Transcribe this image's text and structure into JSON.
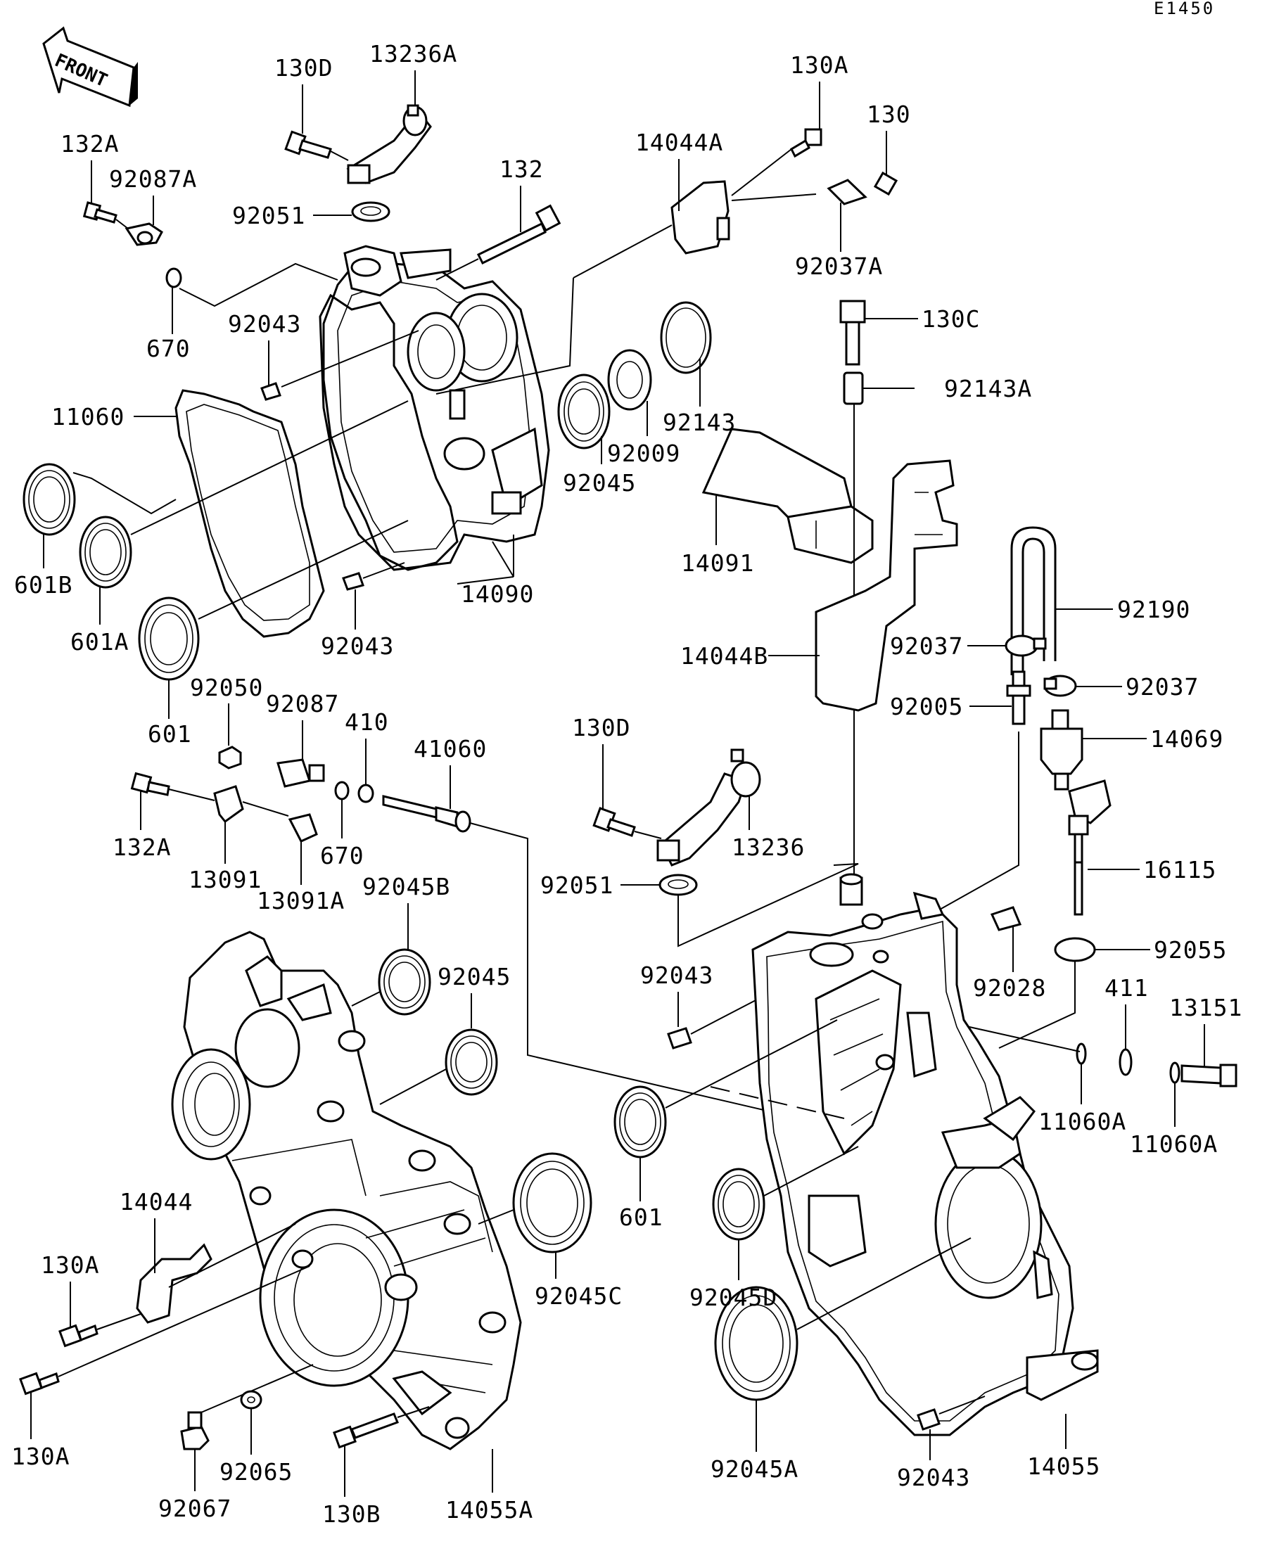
{
  "diagram": {
    "code": "E1450",
    "front_label": "FRONT",
    "part_labels": [
      {
        "id": "p130d_top",
        "text": "130D"
      },
      {
        "id": "p13236a",
        "text": "13236A"
      },
      {
        "id": "p130a_top",
        "text": "130A"
      },
      {
        "id": "p130_top",
        "text": "130"
      },
      {
        "id": "p132a_top",
        "text": "132A"
      },
      {
        "id": "p92087a",
        "text": "92087A"
      },
      {
        "id": "p132",
        "text": "132"
      },
      {
        "id": "p14044a",
        "text": "14044A"
      },
      {
        "id": "p92051_top",
        "text": "92051"
      },
      {
        "id": "p92037a",
        "text": "92037A"
      },
      {
        "id": "p670_top",
        "text": "670"
      },
      {
        "id": "p92043_a",
        "text": "92043"
      },
      {
        "id": "p130c",
        "text": "130C"
      },
      {
        "id": "p92143a",
        "text": "92143A"
      },
      {
        "id": "p11060",
        "text": "11060"
      },
      {
        "id": "p92143",
        "text": "92143"
      },
      {
        "id": "p92009",
        "text": "92009"
      },
      {
        "id": "p92045_top",
        "text": "92045"
      },
      {
        "id": "p601b",
        "text": "601B"
      },
      {
        "id": "p14091",
        "text": "14091"
      },
      {
        "id": "p14090",
        "text": "14090"
      },
      {
        "id": "p92190",
        "text": "92190"
      },
      {
        "id": "p601a",
        "text": "601A"
      },
      {
        "id": "p92043_b",
        "text": "92043"
      },
      {
        "id": "p92037_a",
        "text": "92037"
      },
      {
        "id": "p14044b",
        "text": "14044B"
      },
      {
        "id": "p92037_b",
        "text": "92037"
      },
      {
        "id": "p92050",
        "text": "92050"
      },
      {
        "id": "p92087",
        "text": "92087"
      },
      {
        "id": "p92005",
        "text": "92005"
      },
      {
        "id": "p410",
        "text": "410"
      },
      {
        "id": "p601_top",
        "text": "601"
      },
      {
        "id": "p41060",
        "text": "41060"
      },
      {
        "id": "p130d_mid",
        "text": "130D"
      },
      {
        "id": "p14069",
        "text": "14069"
      },
      {
        "id": "p132a_mid",
        "text": "132A"
      },
      {
        "id": "p13236",
        "text": "13236"
      },
      {
        "id": "p670_mid",
        "text": "670"
      },
      {
        "id": "p16115",
        "text": "16115"
      },
      {
        "id": "p13091",
        "text": "13091"
      },
      {
        "id": "p92051_mid",
        "text": "92051"
      },
      {
        "id": "p13091a",
        "text": "13091A"
      },
      {
        "id": "p92045b",
        "text": "92045B"
      },
      {
        "id": "p92055",
        "text": "92055"
      },
      {
        "id": "p92043_c",
        "text": "92043"
      },
      {
        "id": "p92028",
        "text": "92028"
      },
      {
        "id": "p92045_mid",
        "text": "92045"
      },
      {
        "id": "p411",
        "text": "411"
      },
      {
        "id": "p13151",
        "text": "13151"
      },
      {
        "id": "p11060a_a",
        "text": "11060A"
      },
      {
        "id": "p11060a_b",
        "text": "11060A"
      },
      {
        "id": "p601_bot",
        "text": "601"
      },
      {
        "id": "p14044",
        "text": "14044"
      },
      {
        "id": "p130a_mid",
        "text": "130A"
      },
      {
        "id": "p92045c",
        "text": "92045C"
      },
      {
        "id": "p92045d",
        "text": "92045D"
      },
      {
        "id": "p130a_bot",
        "text": "130A"
      },
      {
        "id": "p92065",
        "text": "92065"
      },
      {
        "id": "p92045a",
        "text": "92045A"
      },
      {
        "id": "p92043_d",
        "text": "92043"
      },
      {
        "id": "p14055",
        "text": "14055"
      },
      {
        "id": "p92067",
        "text": "92067"
      },
      {
        "id": "p130b",
        "text": "130B"
      },
      {
        "id": "p14055a",
        "text": "14055A"
      }
    ]
  }
}
